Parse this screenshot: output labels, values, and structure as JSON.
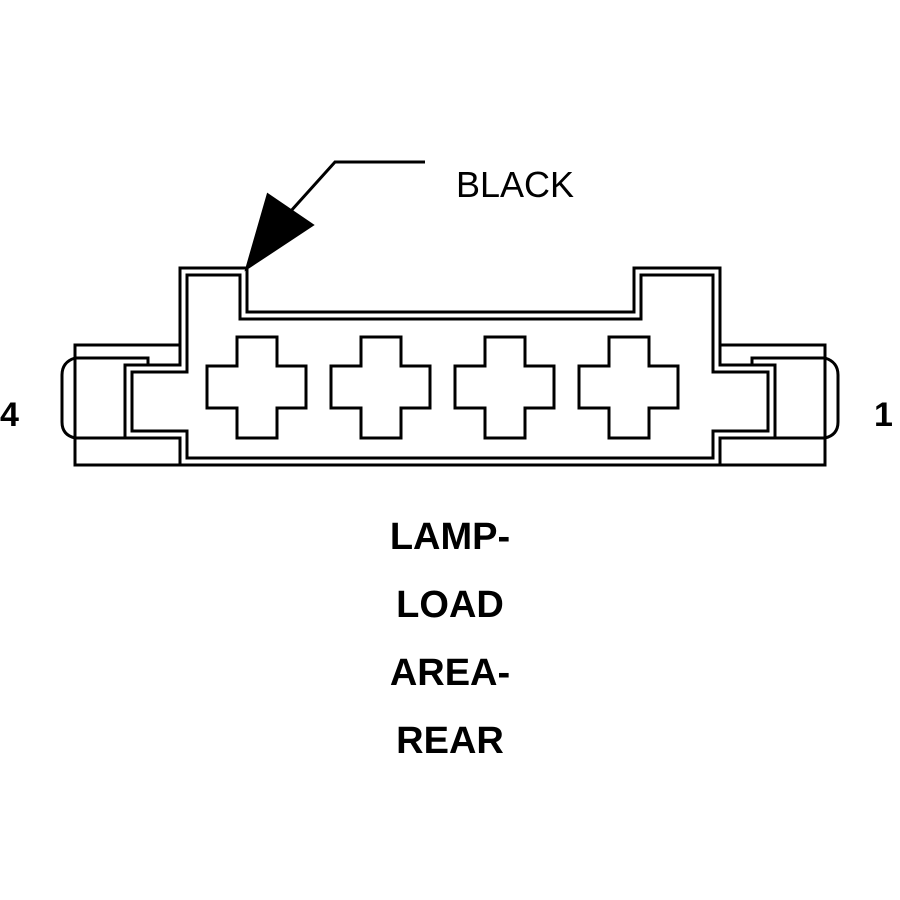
{
  "connector": {
    "color_callout": "BLACK",
    "pin_left": "4",
    "pin_right": "1",
    "title_lines": [
      "LAMP-",
      "LOAD",
      "AREA-",
      "REAR"
    ],
    "cavities": [
      {
        "name": "cavity-4"
      },
      {
        "name": "cavity-3"
      },
      {
        "name": "cavity-2"
      },
      {
        "name": "cavity-1"
      }
    ]
  }
}
